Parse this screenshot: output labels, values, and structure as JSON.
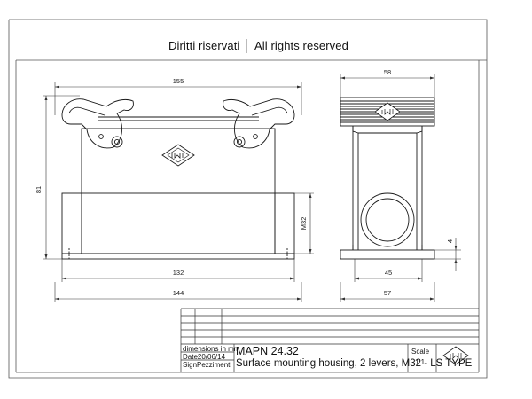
{
  "header": {
    "rights_it": "Diritti riservati",
    "rights_en": "All rights reserved"
  },
  "dimensions": {
    "width_top": "155",
    "height_left": "81",
    "inner_width": "132",
    "outer_width": "144",
    "thread": "M32",
    "side_width_top": "58",
    "side_offset": "4",
    "side_inner": "45",
    "side_outer": "57"
  },
  "title_block": {
    "units_label": "dimensions in mm",
    "date_label": "Date",
    "date_value": "20/06/14",
    "sign_label": "Sign",
    "sign_value": "Pezzimenti",
    "code": "MAPN 24.32",
    "description": "Surface mounting housing, 2 levers, M32 - LS TYPE",
    "scale_label": "Scale",
    "scale_value": "1:1"
  },
  "colors": {
    "line": "#1a1a1a",
    "frame": "#555555"
  }
}
